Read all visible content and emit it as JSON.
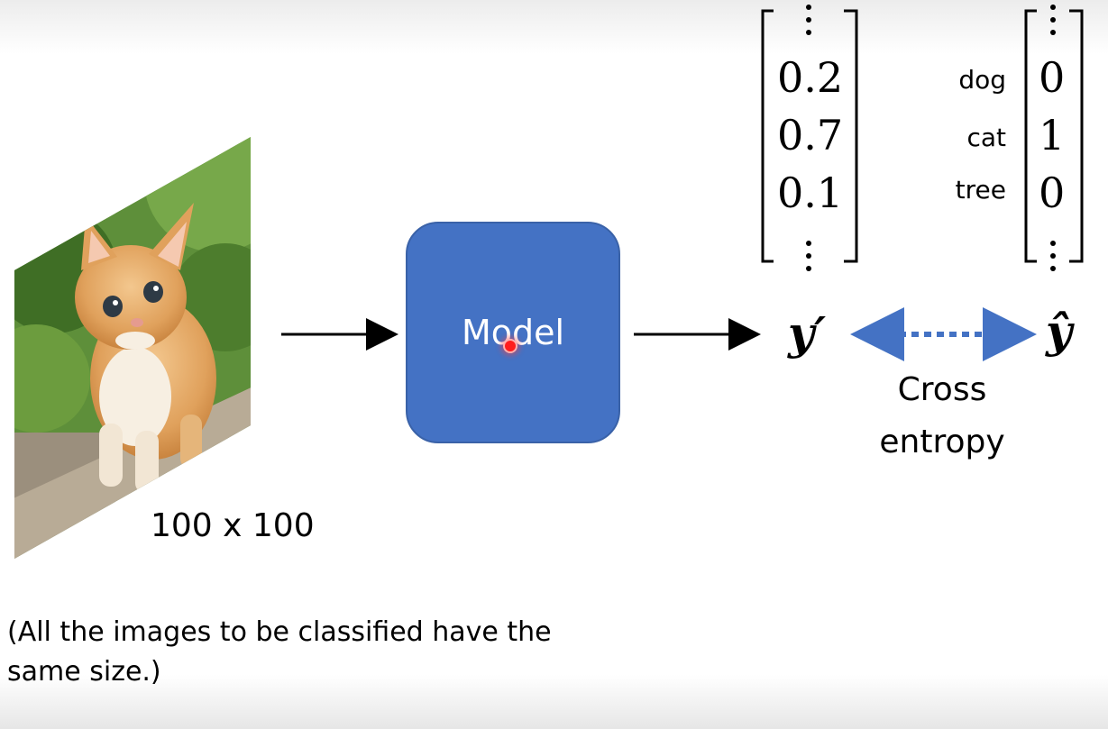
{
  "input": {
    "image_description_icon": "kitten-photo",
    "size_label": "100 x 100"
  },
  "model": {
    "label": "Model"
  },
  "output": {
    "y_prime_label": "y′",
    "y_hat_label": "ŷ",
    "y_prime_values": [
      "0.2",
      "0.7",
      "0.1"
    ],
    "classes": [
      "dog",
      "cat",
      "tree"
    ],
    "y_hat_values": [
      "0",
      "1",
      "0"
    ]
  },
  "loss": {
    "label_line1": "Cross",
    "label_line2": "entropy"
  },
  "note": "(All the images to be classified have the same size.)",
  "colors": {
    "model_fill": "#4472c4",
    "dotted_arrow": "#4472c4",
    "cursor": "#ff1d1d"
  }
}
